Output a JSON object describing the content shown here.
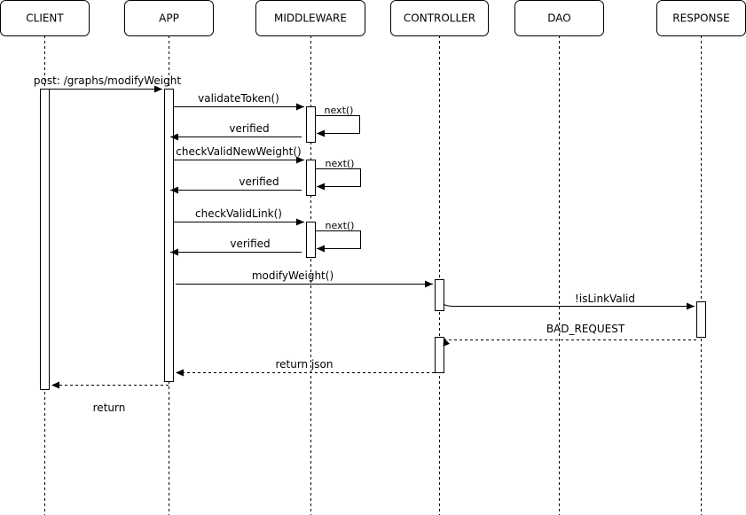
{
  "participants": [
    {
      "id": "client",
      "label": "CLIENT"
    },
    {
      "id": "app",
      "label": "APP"
    },
    {
      "id": "middleware",
      "label": "MIDDLEWARE"
    },
    {
      "id": "controller",
      "label": "CONTROLLER"
    },
    {
      "id": "dao",
      "label": "DAO"
    },
    {
      "id": "response",
      "label": "RESPONSE"
    }
  ],
  "messages": [
    {
      "id": "post",
      "label": "post: /graphs/modifyWeight"
    },
    {
      "id": "validate-token",
      "label": "validateToken()"
    },
    {
      "id": "next-1",
      "label": "next()"
    },
    {
      "id": "verified-1",
      "label": "verified"
    },
    {
      "id": "check-valid-new-weight",
      "label": "checkValidNewWeight()"
    },
    {
      "id": "next-2",
      "label": "next()"
    },
    {
      "id": "verified-2",
      "label": "verified"
    },
    {
      "id": "check-valid-link",
      "label": "checkValidLink()"
    },
    {
      "id": "next-3",
      "label": "next()"
    },
    {
      "id": "verified-3",
      "label": "verified"
    },
    {
      "id": "modify-weight",
      "label": "modifyWeight()"
    },
    {
      "id": "is-link-valid",
      "label": "!isLinkValid"
    },
    {
      "id": "bad-request",
      "label": "BAD_REQUEST"
    },
    {
      "id": "return-json",
      "label": "return json"
    },
    {
      "id": "return",
      "label": "return"
    }
  ]
}
